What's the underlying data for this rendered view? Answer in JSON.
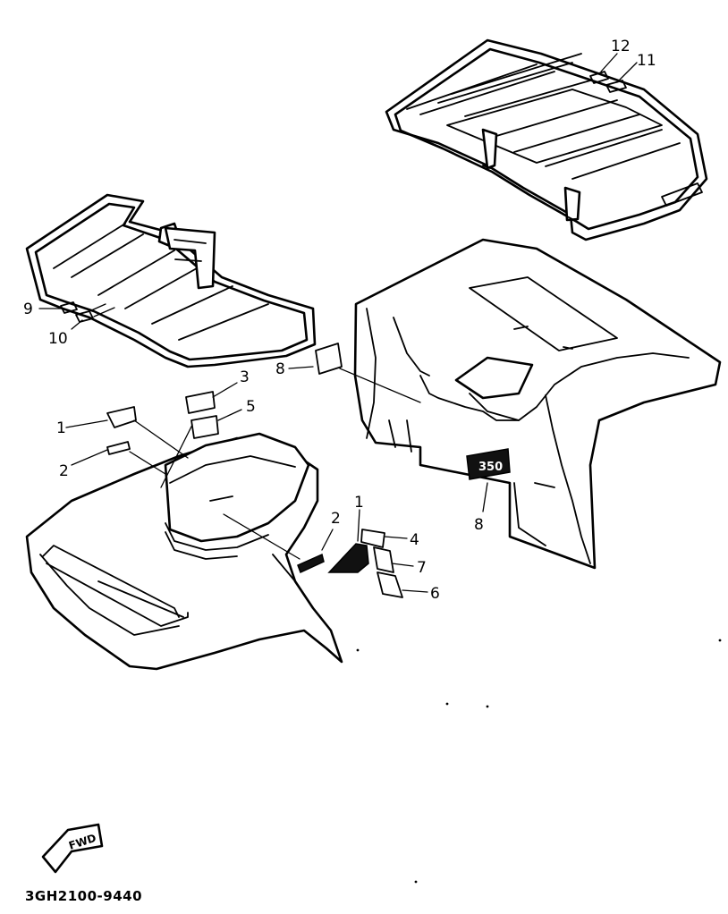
{
  "diagram": {
    "callouts": [
      {
        "id": "c1a",
        "number": "1"
      },
      {
        "id": "c2a",
        "number": "2"
      },
      {
        "id": "c3",
        "number": "3"
      },
      {
        "id": "c5",
        "number": "5"
      },
      {
        "id": "c2b",
        "number": "2"
      },
      {
        "id": "c1b",
        "number": "1"
      },
      {
        "id": "c4",
        "number": "4"
      },
      {
        "id": "c7",
        "number": "7"
      },
      {
        "id": "c6",
        "number": "6"
      },
      {
        "id": "c8a",
        "number": "8"
      },
      {
        "id": "c8b",
        "number": "8"
      },
      {
        "id": "c9",
        "number": "9"
      },
      {
        "id": "c10",
        "number": "10"
      },
      {
        "id": "c11",
        "number": "11"
      },
      {
        "id": "c12",
        "number": "12"
      }
    ],
    "emblem_text": "350",
    "fwd_label": "FWD",
    "part_code": "3GH2100-9440"
  }
}
